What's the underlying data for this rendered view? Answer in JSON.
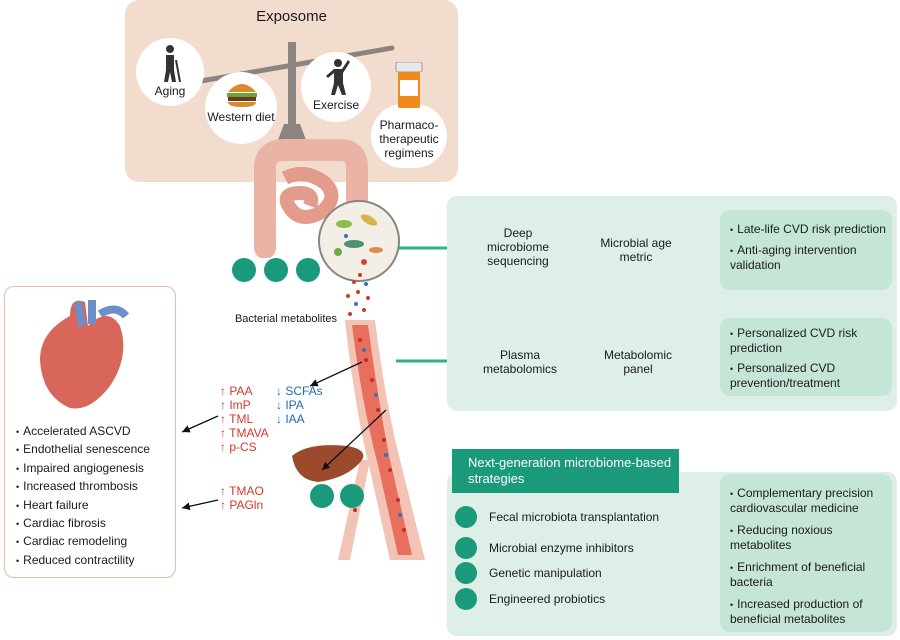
{
  "exposome": {
    "title": "Exposome",
    "items": [
      "Aging",
      "Western diet",
      "Exercise",
      "Pharmaco-therapeutic regimens"
    ]
  },
  "center": {
    "bacterial_metabolites": "Bacterial metabolites",
    "up_metabolites_1": [
      "PAA",
      "ImP",
      "TML",
      "TMAVA",
      "p-CS"
    ],
    "down_metabolites": [
      "SCFAs",
      "IPA",
      "IAA"
    ],
    "up_metabolites_2": [
      "TMAO",
      "PAGln"
    ],
    "up_arrow": "↑",
    "down_arrow": "↓"
  },
  "outcomes": [
    "Accelerated ASCVD",
    "Endothelial senescence",
    "Impaired angiogenesis",
    "Increased thrombosis",
    "Heart failure",
    "Cardiac fibrosis",
    "Cardiac remodeling",
    "Reduced contractility"
  ],
  "row1": {
    "step1": "Deep microbiome sequencing",
    "step2": "Microbial age metric",
    "results": [
      "Late-life CVD risk prediction",
      "Anti-aging intervention validation"
    ]
  },
  "row2": {
    "step1": "Plasma metabolomics",
    "step2": "Metabolomic panel",
    "results": [
      "Personalized CVD risk prediction",
      "Personalized CVD prevention/treatment"
    ]
  },
  "next_gen": {
    "title": "Next-generation microbiome-based strategies",
    "strategies": [
      "Fecal microbiota transplantation",
      "Microbial enzyme inhibitors",
      "Genetic manipulation",
      "Engineered probiotics"
    ],
    "results": [
      "Complementary precision cardiovascular medicine",
      "Reducing noxious metabolites",
      "Enrichment of beneficial bacteria",
      "Increased production of beneficial metabolites"
    ]
  },
  "colors": {
    "teal": "#1a9a7a",
    "arrow": "#2bb38a",
    "red_text": "#d23a2b",
    "blue_text": "#1f6bb5",
    "exposome_bg": "#f2dccd"
  }
}
